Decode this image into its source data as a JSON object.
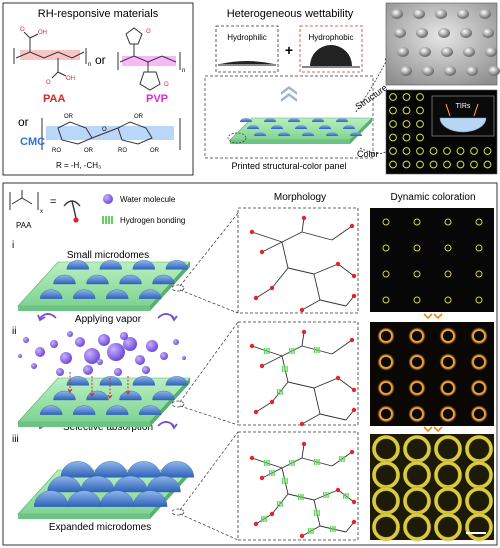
{
  "top": {
    "materials": {
      "title": "RH-responsive materials",
      "or_1": "or",
      "or_2": "or",
      "paa": "PAA",
      "pvp": "PVP",
      "cmc": "CMC",
      "r_def": "R = -H, -CH₃",
      "n_1": "n",
      "n_2": "n"
    },
    "wettability": {
      "title": "Heterogeneous wettability",
      "hydrophilic": "Hydrophilic",
      "hydrophobic": "Hydrophobic",
      "plus": "+"
    },
    "panel_label": "Printed structural-color panel",
    "structure_label": "Structure",
    "color_label": "Color",
    "tirs_label": "TIRs"
  },
  "bottom": {
    "paa_label": "PAA",
    "x_sub": "x",
    "equals": "=",
    "legend": {
      "water": "Water molecule",
      "hbond": "Hydrogen bonding"
    },
    "morphology_title": "Morphology",
    "dynamic_title": "Dynamic coloration",
    "stages": [
      {
        "num": "i",
        "text": "Small microdomes"
      },
      {
        "num": "ii",
        "text": "Applying vapor"
      },
      {
        "num": "iii",
        "text": "Selective absorption"
      }
    ],
    "expanded": "Expanded microdomes"
  },
  "colors": {
    "red": "#e0262b",
    "magenta": "#d82ad8",
    "blue": "#2a73d8",
    "purple": "#7b4fd0",
    "green": "#5ed35e",
    "dome": "#5c8fd8"
  }
}
